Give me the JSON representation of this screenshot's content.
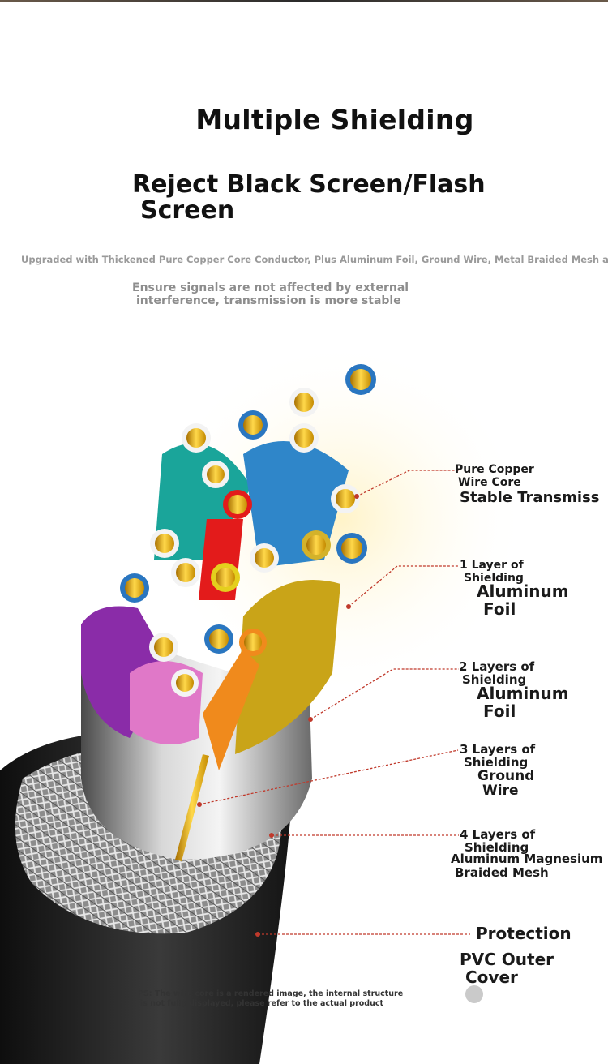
{
  "heading": {
    "title": "Multiple Shielding",
    "subtitle_line1": "Reject Black Screen/Flash",
    "subtitle_line2": "Screen",
    "description": "Upgraded with Thickened Pure Copper Core Conductor, Plus Aluminum Foil, Ground Wire, Metal Braided Mesh a",
    "note_line1": "Ensure signals are not affected by external",
    "note_line2": "interference, transmission is more stable"
  },
  "layers": [
    {
      "line1": "Pure Copper",
      "line2": "Wire Core",
      "detail1": "Stable Transmiss",
      "detail2": ""
    },
    {
      "line1": "1 Layer of",
      "line2": "Shielding",
      "detail1": "Aluminum",
      "detail2": "Foil"
    },
    {
      "line1": "2 Layers of",
      "line2": "Shielding",
      "detail1": "Aluminum",
      "detail2": "Foil"
    },
    {
      "line1": "3 Layers of",
      "line2": "Shielding",
      "detail1": "Ground",
      "detail2": "Wire"
    },
    {
      "line1": "4 Layers of",
      "line2": "Shielding",
      "detail1": "Aluminum Magnesium",
      "detail2": "Braided Mesh"
    },
    {
      "line1": "",
      "line2": "",
      "detail1": "Protection",
      "detail2": ""
    },
    {
      "line1": "",
      "line2": "",
      "detail1": "PVC Outer",
      "detail2": "Cover"
    }
  ],
  "footnote": {
    "line1": "PS: The wire core is a rendered image, the internal structure",
    "line2": "is not fully displayed, please refer to the actual product"
  },
  "colors": {
    "copper": "#e3a90c",
    "leader_line": "#c0392b",
    "jacket": "#2b2b2b"
  }
}
